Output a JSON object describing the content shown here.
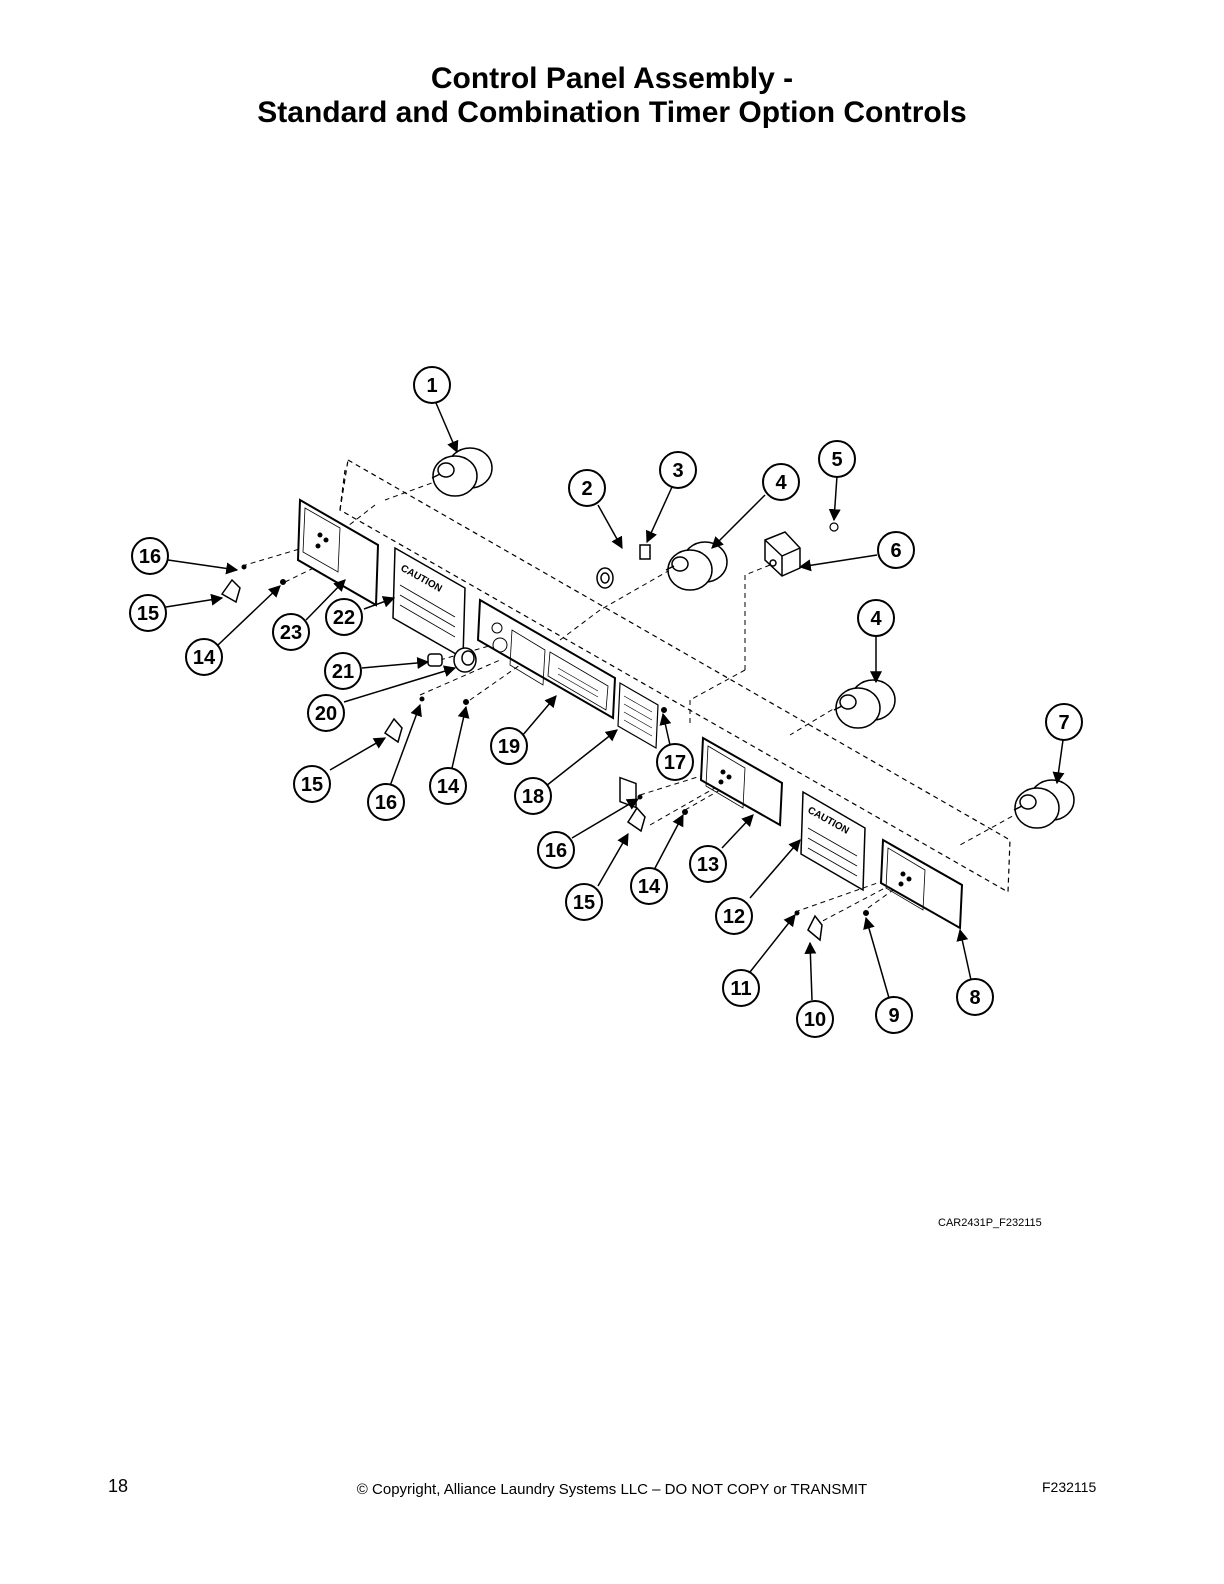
{
  "header": {
    "title_line1": "Control Panel Assembly -",
    "title_line2": "Standard and Combination Timer Option Controls"
  },
  "diagram": {
    "drawing_id": "CAR2431P_F232115",
    "caution_label": "CAUTION",
    "callouts": [
      "1",
      "2",
      "3",
      "4",
      "5",
      "6",
      "16",
      "15",
      "23",
      "22",
      "14",
      "21",
      "20",
      "4",
      "7",
      "15",
      "16",
      "14",
      "19",
      "18",
      "17",
      "16",
      "15",
      "14",
      "13",
      "12",
      "11",
      "10",
      "9",
      "8"
    ]
  },
  "footer": {
    "page_number": "18",
    "copyright": "© Copyright, Alliance Laundry Systems LLC – DO NOT COPY or TRANSMIT",
    "doc_code": "F232115"
  }
}
